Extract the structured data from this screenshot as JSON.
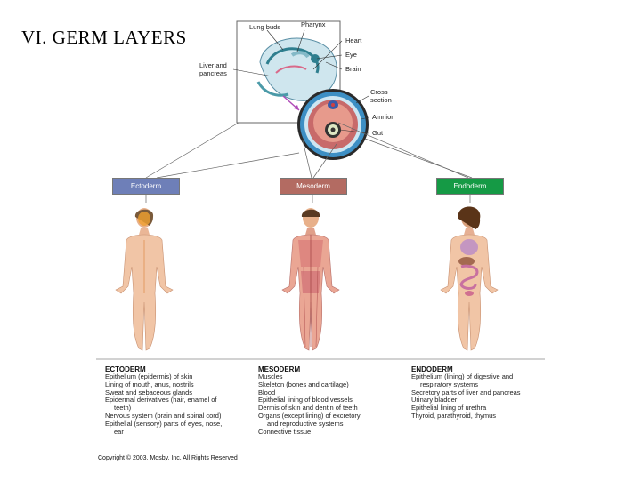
{
  "slide": {
    "title": "VI.  GERM LAYERS"
  },
  "embryo": {
    "labels": {
      "lung_buds": "Lung buds",
      "pharynx": "Pharynx",
      "heart": "Heart",
      "eye": "Eye",
      "brain": "Brain",
      "liver": "Liver and",
      "liver2": "pancreas",
      "cross": "Cross",
      "cross2": "section",
      "amnion": "Amnion",
      "gut": "Gut"
    }
  },
  "layers": [
    {
      "name": "Ectoderm",
      "color": "#6e7fb8"
    },
    {
      "name": "Mesoderm",
      "color": "#b36b62"
    },
    {
      "name": "Endoderm",
      "color": "#159a45"
    }
  ],
  "derivatives": {
    "ectoderm": {
      "title": "ECTODERM",
      "items": [
        "Epithelium (epidermis) of skin",
        "Lining of mouth, anus, nostrils",
        "Sweat and sebaceous glands",
        "Epidermal derivatives (hair, enamel of",
        "teeth)",
        "Nervous system (brain and spinal cord)",
        "Epithelial (sensory) parts of eyes, nose,",
        "ear"
      ]
    },
    "mesoderm": {
      "title": "MESODERM",
      "items": [
        "Muscles",
        "Skeleton (bones and cartilage)",
        "Blood",
        "Epithelial lining of blood vessels",
        "Dermis of skin and dentin of teeth",
        "Organs (except lining) of excretory",
        "and reproductive systems",
        "Connective tissue"
      ]
    },
    "endoderm": {
      "title": "ENDODERM",
      "items": [
        "Epithelium (lining) of digestive and",
        "respiratory systems",
        "Secretory parts of liver and pancreas",
        "Urinary bladder",
        "Epithelial lining of urethra",
        "Thyroid, parathyroid, thymus"
      ]
    }
  },
  "copyright": "Copyright © 2003, Mosby, Inc. All Rights Reserved"
}
